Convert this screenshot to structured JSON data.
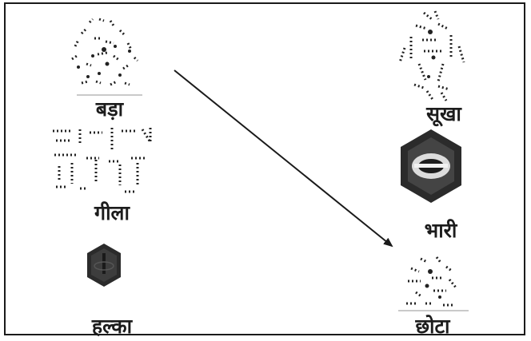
{
  "left_column": [
    {
      "id": "bada",
      "word": "बड़ा",
      "picture": "big-dotted-sketch"
    },
    {
      "id": "geela",
      "word": "गीला",
      "picture": "wet-dotted-sketch"
    },
    {
      "id": "halka",
      "word": "हल्का",
      "picture": "small-dark-hexagon-nut"
    }
  ],
  "right_column": [
    {
      "id": "sookha",
      "word": "सूखा",
      "picture": "dry-dotted-sketch"
    },
    {
      "id": "bhari",
      "word": "भारी",
      "picture": "large-dark-hexagon-nut"
    },
    {
      "id": "chhota",
      "word": "छोटा",
      "picture": "small-dotted-sketch"
    }
  ],
  "match_line": {
    "from": "बड़ा",
    "to": "छोटा"
  },
  "colors": {
    "border": "#1a1a1a",
    "ink": "#1c1c1c",
    "underline": "#c9c9c9",
    "nut": "#2b2b2b"
  }
}
